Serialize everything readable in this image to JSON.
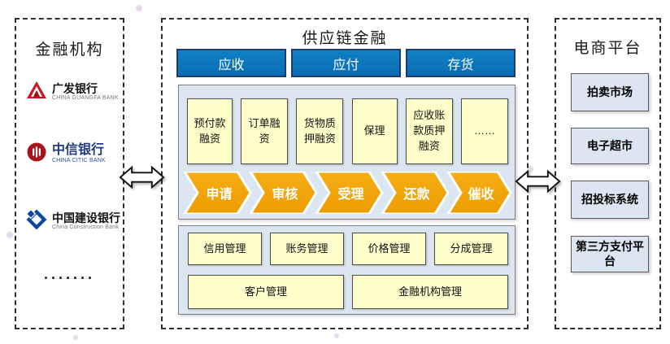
{
  "left_panel": {
    "title": "金融机构",
    "banks": [
      {
        "name": "广发银行",
        "subtitle": "CHINA GUANGFA BANK",
        "icon": "guangfa-logo"
      },
      {
        "name": "中信银行",
        "subtitle": "CHINA CITIC BANK",
        "icon": "citic-logo"
      },
      {
        "name": "中国建设银行",
        "subtitle": "China Construction Bank",
        "icon": "ccb-logo"
      }
    ],
    "ellipsis": "·······"
  },
  "center_panel": {
    "title": "供应链金融",
    "tabs": [
      "应收",
      "应付",
      "存货"
    ],
    "products": [
      "预付款融资",
      "订单融资",
      "货物质押融资",
      "保理",
      "应收账款质押融资",
      "……"
    ],
    "process_steps": [
      "申请",
      "审核",
      "受理",
      "还款",
      "催收"
    ],
    "management_row1": [
      "信用管理",
      "账务管理",
      "价格管理",
      "分成管理"
    ],
    "management_row2": [
      "客户管理",
      "金融机构管理"
    ]
  },
  "right_panel": {
    "title": "电商平台",
    "items": [
      "拍卖市场",
      "电子超市",
      "招投标系统",
      "第三方支付平台"
    ]
  },
  "colors": {
    "tab_blue": "#0D74BC",
    "tab_border": "#1D3C6E",
    "process_orange": "#F2A30A",
    "panel_blue": "#DCE6F1",
    "box_yellow": "#FFFFCC"
  }
}
